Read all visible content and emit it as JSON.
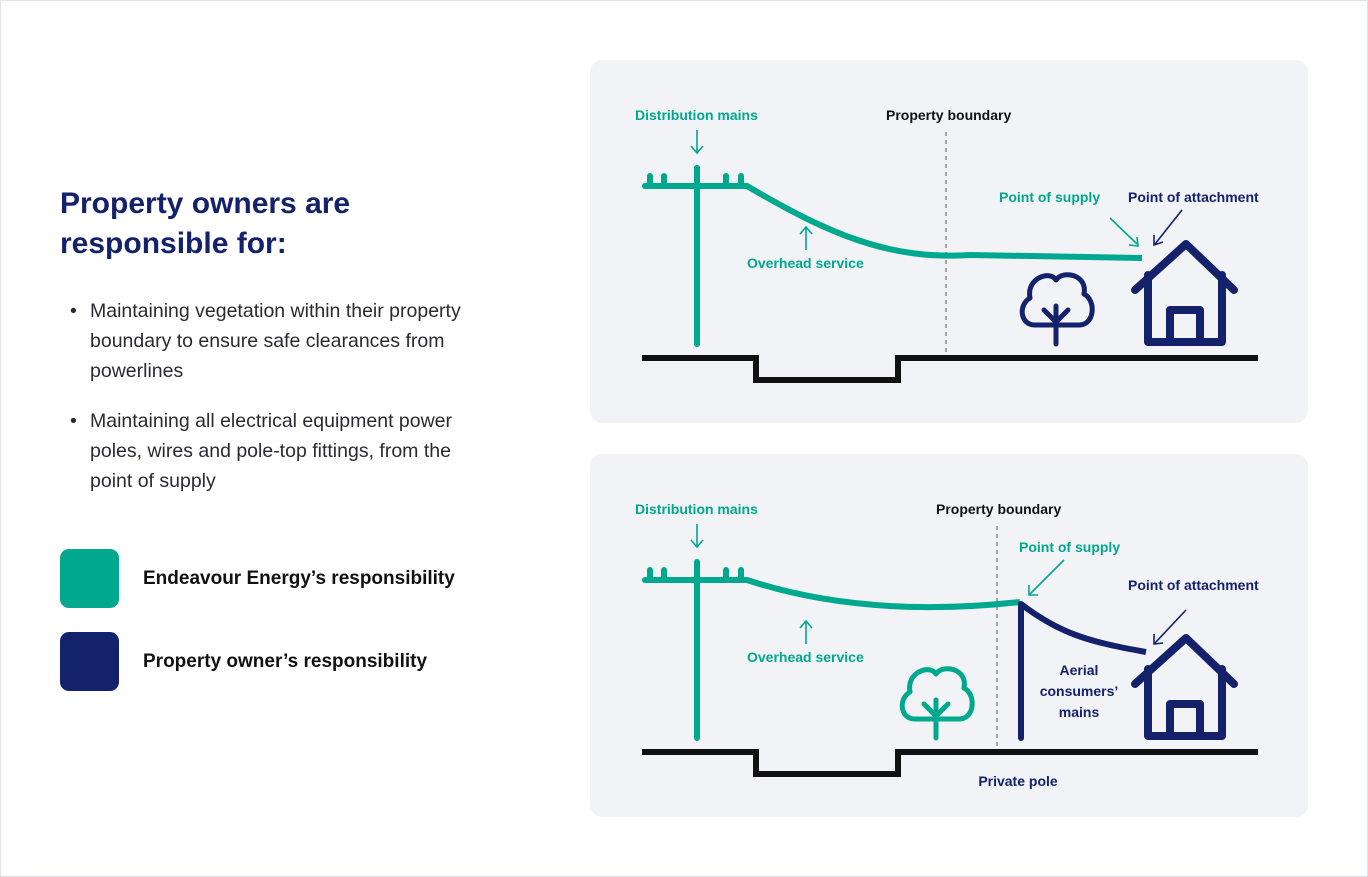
{
  "colors": {
    "teal": "#00a88e",
    "navy": "#14216b",
    "ground": "#111111",
    "panel_bg": "#f1f3f7"
  },
  "heading": "Property owners are responsible for:",
  "bullets": [
    "Maintaining vegetation within their property boundary to ensure safe clearances from powerlines",
    "Maintaining all electrical equipment power poles, wires and pole-top fittings, from the point of supply"
  ],
  "legend": [
    {
      "label": "Endeavour Energy’s responsibility",
      "color": "#00a88e"
    },
    {
      "label": "Property owner’s responsibility",
      "color": "#14216b"
    }
  ],
  "diagram_top": {
    "distribution_mains": "Distribution mains",
    "property_boundary": "Property boundary",
    "point_of_supply": "Point of supply",
    "point_of_attachment": "Point of attachment",
    "overhead_service": "Overhead service",
    "icons": [
      "power-pole-icon",
      "tree-icon",
      "house-icon"
    ]
  },
  "diagram_bottom": {
    "distribution_mains": "Distribution mains",
    "property_boundary": "Property boundary",
    "point_of_supply": "Point of supply",
    "point_of_attachment": "Point of attachment",
    "overhead_service": "Overhead service",
    "aerial_mains": [
      "Aerial",
      "consumers’",
      "mains"
    ],
    "private_pole": "Private pole",
    "icons": [
      "power-pole-icon",
      "tree-icon",
      "house-icon",
      "private-pole-icon"
    ]
  }
}
